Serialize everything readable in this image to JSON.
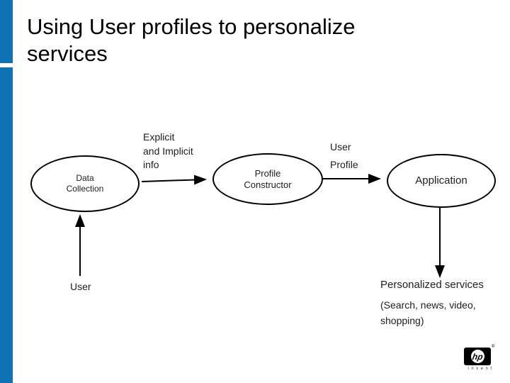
{
  "slide": {
    "title": "Using User profiles to personalize services",
    "accent_color": "#0e72b5",
    "line_color": "#000000"
  },
  "diagram": {
    "nodes": {
      "data_collection": {
        "lines": [
          "Data",
          "Collection"
        ]
      },
      "profile_constructor": {
        "lines": [
          "Profile",
          "Constructor"
        ]
      },
      "application": {
        "lines": [
          "Application"
        ]
      }
    },
    "labels": {
      "explicit_info": {
        "lines": [
          "Explicit",
          "and Implicit",
          "info"
        ]
      },
      "user_profile": {
        "lines": [
          "User",
          "Profile"
        ]
      },
      "user_bottom": "User",
      "personalized": "Personalized services",
      "examples": {
        "lines": [
          "(Search, news, video,",
          "shopping)"
        ]
      }
    },
    "arrows": [
      "data-collection-to-profile-constructor",
      "profile-constructor-to-application",
      "user-up-to-data-collection",
      "application-down-to-personalized-services"
    ]
  },
  "logo": {
    "brand": "hp",
    "tagline": "invent",
    "registered": "®"
  }
}
